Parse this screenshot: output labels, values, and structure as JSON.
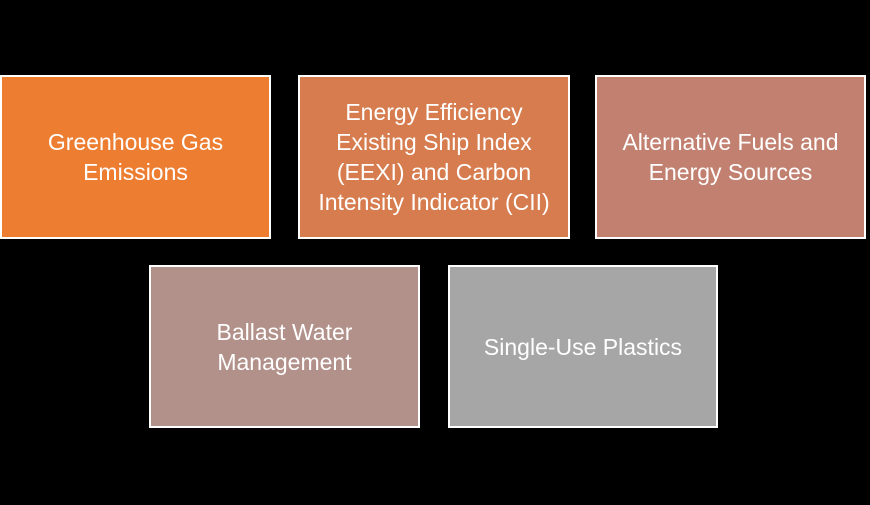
{
  "diagram": {
    "background": "#000000",
    "border_color": "#FFFFFF",
    "text_color": "#FFFFFF"
  },
  "boxes": [
    {
      "name": "greenhouse-gas-emissions",
      "label": "Greenhouse Gas\nEmissions",
      "color": "#ED7D31"
    },
    {
      "name": "eexi-and-cii",
      "label": "Energy Efficiency\nExisting Ship Index\n(EEXI) and Carbon\nIntensity Indicator (CII)",
      "color": "#D67C4E"
    },
    {
      "name": "alternative-fuels-and-energy-sources",
      "label": "Alternative Fuels and\nEnergy Sources",
      "color": "#C28170"
    },
    {
      "name": "ballast-water-management",
      "label": "Ballast Water\nManagement",
      "color": "#B3918B"
    },
    {
      "name": "single-use-plastics",
      "label": "Single-Use Plastics",
      "color": "#A6A6A6"
    }
  ]
}
